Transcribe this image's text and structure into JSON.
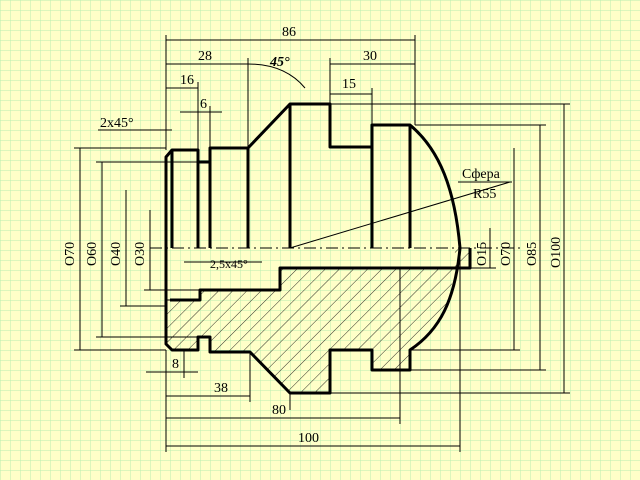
{
  "colors": {
    "background": "#ffffc8",
    "grid": "#b8eeb0",
    "line": "#000000",
    "hatch": "#000000"
  },
  "labels": {
    "len_86": "86",
    "len_28": "28",
    "angle_45": "45°",
    "len_30": "30",
    "len_16": "16",
    "len_15": "15",
    "len_6": "6",
    "chamfer_2x45": "2x45°",
    "sphere": "Сфера",
    "sphere_r": "R55",
    "chamfer_25x45": "2,5x45°",
    "dia_70_left": "O70",
    "dia_60": "O60",
    "dia_40": "O40",
    "dia_30": "O30",
    "dia_15": "O15",
    "dia_70_right": "O70",
    "dia_85": "O85",
    "dia_100": "O100",
    "len_8": "8",
    "len_38": "38",
    "len_80": "80",
    "len_100": "100"
  }
}
